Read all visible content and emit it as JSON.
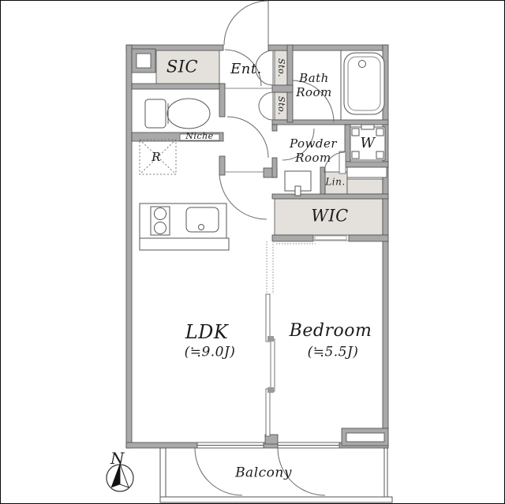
{
  "plan": {
    "rooms": {
      "sic": {
        "label": "SIC"
      },
      "entrance": {
        "label": "Ent."
      },
      "storage_top": {
        "label": "Sto."
      },
      "storage_bottom": {
        "label": "Sto."
      },
      "bathroom": {
        "label_line1": "Bath",
        "label_line2": "Room"
      },
      "powder_room": {
        "label_line1": "Powder",
        "label_line2": "Room"
      },
      "washer": {
        "label": "W"
      },
      "linen": {
        "label": "Lin."
      },
      "wic": {
        "label": "WIC"
      },
      "niche": {
        "label": "Niche"
      },
      "refrigerator": {
        "label": "R"
      },
      "ldk": {
        "label": "LDK",
        "size": "(≒9.0J)"
      },
      "bedroom": {
        "label": "Bedroom",
        "size": "(≒5.5J)"
      },
      "balcony": {
        "label": "Balcony"
      }
    },
    "compass": {
      "label": "N"
    },
    "colors": {
      "wall": "#a9a9a9",
      "wall_outline": "#4a4a4a",
      "closet_fill": "#e4e1dc",
      "fixture_line": "#5a5a5a",
      "door_arc": "#6a6a6a",
      "text": "#1c1c1c",
      "background": "#ffffff",
      "frame": "#0a0a0a"
    }
  }
}
